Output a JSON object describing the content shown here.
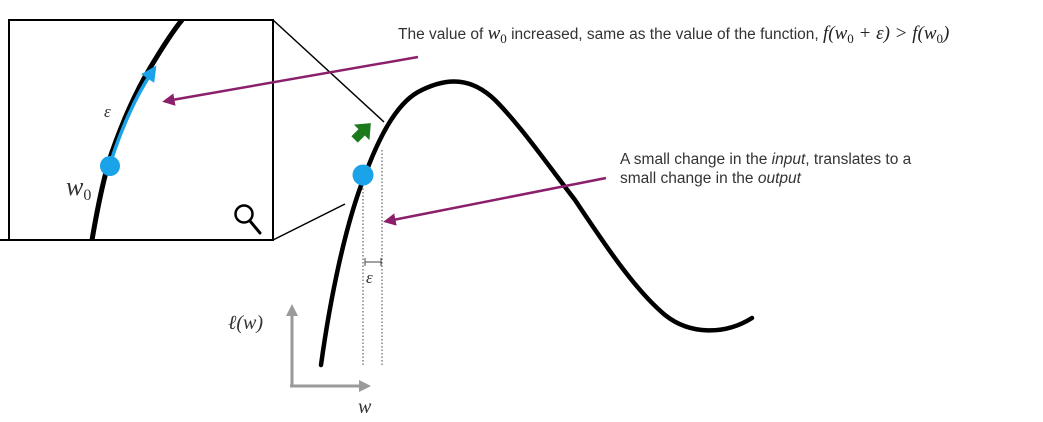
{
  "annotations": {
    "top": {
      "prefix": "The value of ",
      "w": "w",
      "w_sub": "0",
      "middle": " increased, same as the value of the function, ",
      "math_a": "f(w",
      "math_a_sub": "0",
      "math_b": " + ε) > f(w",
      "math_b_sub": "0",
      "math_c": ")"
    },
    "right": {
      "line1_a": "A small change in the ",
      "line1_em": "input",
      "line1_b": ", translates to a",
      "line2_a": "small change in the ",
      "line2_em": "output"
    }
  },
  "labels": {
    "w0_main": "w",
    "w0_sub": "0",
    "epsilon_inset": "ε",
    "epsilon_main": "ε",
    "y_axis": "ℓ(w)",
    "x_axis": "w"
  },
  "icons": {
    "zoom": "magnifier-icon",
    "step": "up-right-arrow-icon"
  },
  "colors": {
    "curve": "#000000",
    "point": "#1aa3e8",
    "inset_arrow": "#1aa3e8",
    "step_arrow": "#1c7a1c",
    "pointer_arrow": "#8b1f6a",
    "axis": "#9a9a9a",
    "guide": "#444444"
  }
}
